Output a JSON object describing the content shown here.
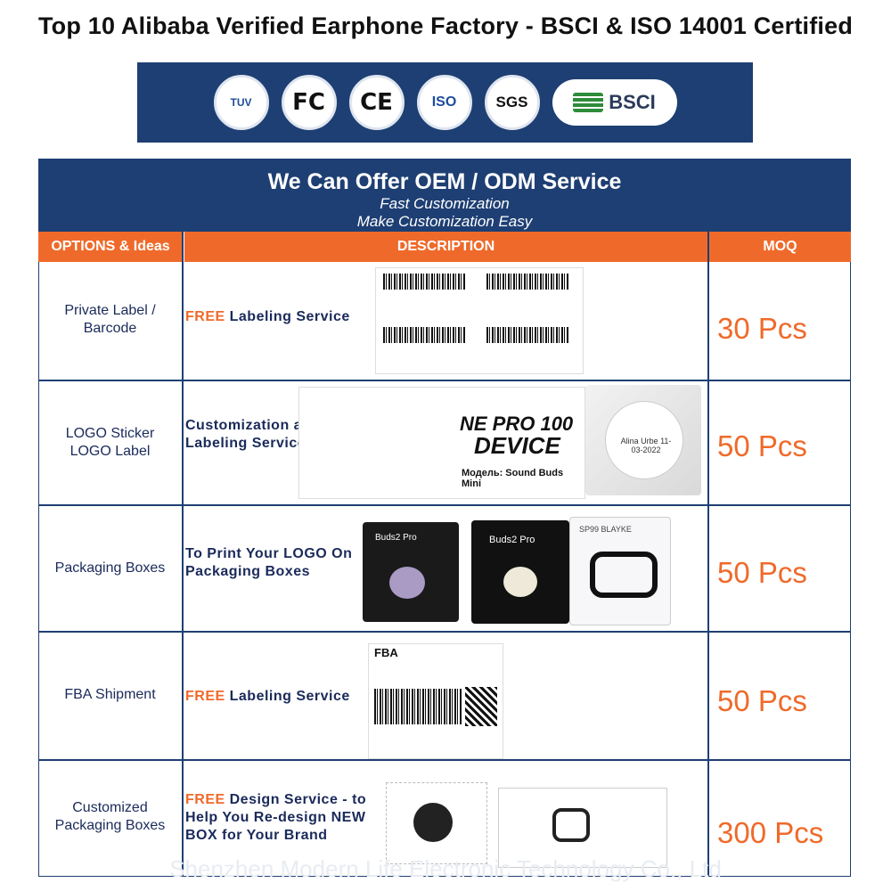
{
  "title": "Top 10 Alibaba Verified Earphone Factory - BSCI & ISO 14001 Certified",
  "certifications": [
    "TUV",
    "FC",
    "CE",
    "ISO",
    "SGS",
    "BSCI"
  ],
  "header": {
    "main": "We Can Offer OEM / ODM Service",
    "sub1": "Fast Customization",
    "sub2": "Make Customization Easy"
  },
  "columns": [
    "OPTIONS & Ideas",
    "DESCRIPTION",
    "MOQ"
  ],
  "rows": [
    {
      "option": "Private Label / Barcode",
      "free": "FREE",
      "desc": " Labeling Service",
      "moq": "30 Pcs"
    },
    {
      "option": "LOGO Sticker LOGO Label",
      "free": "",
      "desc": "Customization and Labeling Services",
      "moq": "50 Pcs"
    },
    {
      "option": "Packaging Boxes",
      "free": "",
      "desc": "To Print Your LOGO On Packaging Boxes",
      "moq": "50 Pcs"
    },
    {
      "option": "FBA Shipment",
      "free": "FREE",
      "desc": " Labeling Service",
      "moq": "50 Pcs"
    },
    {
      "option": "Customized Packaging Boxes",
      "free": "FREE",
      "desc": " Design Service - to Help You Re-design NEW BOX for Your Brand",
      "moq": "300 Pcs"
    }
  ],
  "images": {
    "sticker_title_1": "NE PRO 100",
    "sticker_title_2": "DEVICE",
    "sticker_model": "Модель: Sound Buds Mini",
    "box1": "Buds2 Pro",
    "box2": "Buds2 Pro",
    "box3": "SP99 BLAYKE",
    "fba": "FBA",
    "thank_you": "Alina Urbe 11-03-2022"
  },
  "watermark": "Shenzhen Modern Life Electronic Technology Co., Ltd",
  "colors": {
    "navy": "#1e3f73",
    "orange": "#ef6a2a"
  }
}
